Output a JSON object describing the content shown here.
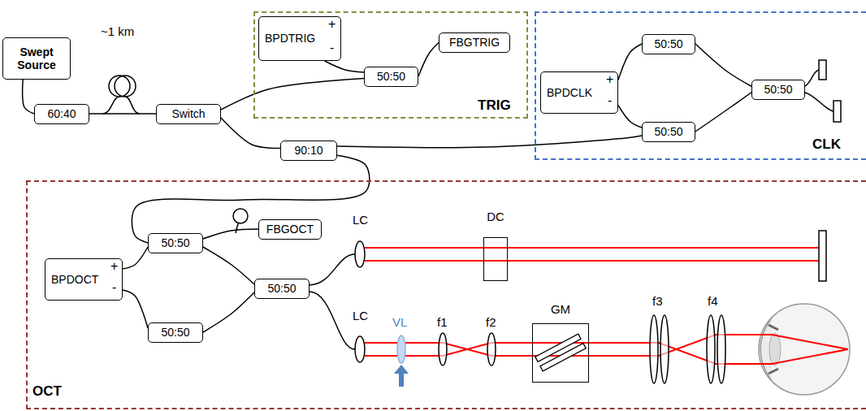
{
  "diagram": {
    "nodes": [
      {
        "text": [
          "Swept Source"
        ]
      },
      {
        "text": [
          "60:40"
        ]
      },
      {
        "text": [
          "Switch"
        ]
      },
      {
        "text": [
          "TRIG"
        ]
      },
      {
        "text": [
          "BPDTRIG"
        ],
        "in": 3
      },
      {
        "text": [
          "50:50"
        ],
        "in": 3
      },
      {
        "text": [
          "FBGTRIG"
        ],
        "in": 3
      },
      {
        "text": [
          "CLK"
        ]
      },
      {
        "text": [
          "BPDCLK"
        ],
        "in": 7
      },
      {
        "text": [
          "50:50"
        ],
        "in": 7
      },
      {
        "text": [
          "50:50"
        ],
        "in": 7
      },
      {
        "text": [
          "50:50"
        ],
        "in": 7
      },
      {
        "text": [
          "90:10"
        ]
      },
      {
        "text": [
          "OCT"
        ]
      },
      {
        "text": [
          "BPDOCT"
        ],
        "in": 13
      },
      {
        "text": [
          "50:50"
        ],
        "in": 13
      },
      {
        "text": [
          "FBGOCT"
        ],
        "in": 13
      },
      {
        "text": [
          "50:50"
        ],
        "in": 13
      },
      {
        "text": [
          "50:50"
        ],
        "in": 13
      },
      {
        "text": [
          "DC"
        ],
        "in": 13
      },
      {
        "text": [
          "GM"
        ],
        "in": 13
      }
    ],
    "edges": [
      {
        "from": 0,
        "to": 1,
        "arrow": "none"
      },
      {
        "from": 1,
        "to": 2,
        "arrow": "none"
      },
      {
        "from": 2,
        "to": 5,
        "arrow": "none"
      },
      {
        "from": 5,
        "to": 4,
        "arrow": "none"
      },
      {
        "from": 5,
        "to": 6,
        "arrow": "none"
      },
      {
        "from": 2,
        "to": 12,
        "arrow": "none"
      },
      {
        "from": 12,
        "to": 11,
        "arrow": "none"
      },
      {
        "from": 8,
        "to": 9,
        "arrow": "none"
      },
      {
        "from": 8,
        "to": 11,
        "arrow": "none"
      },
      {
        "from": 9,
        "to": 10,
        "arrow": "none"
      },
      {
        "from": 11,
        "to": 10,
        "arrow": "none"
      },
      {
        "from": 12,
        "to": 15,
        "arrow": "none"
      },
      {
        "from": 15,
        "to": 14,
        "arrow": "none"
      },
      {
        "from": 17,
        "to": 14,
        "arrow": "none"
      },
      {
        "from": 15,
        "to": 16,
        "arrow": "none"
      },
      {
        "from": 15,
        "to": 18,
        "arrow": "none"
      },
      {
        "from": 17,
        "to": 18,
        "arrow": "none"
      }
    ],
    "labels": [
      "~1 km",
      "+",
      "-",
      "+",
      "-",
      "+",
      "-",
      "LC",
      "LC",
      "VL",
      "f1",
      "f2",
      "f3",
      "f4"
    ]
  }
}
